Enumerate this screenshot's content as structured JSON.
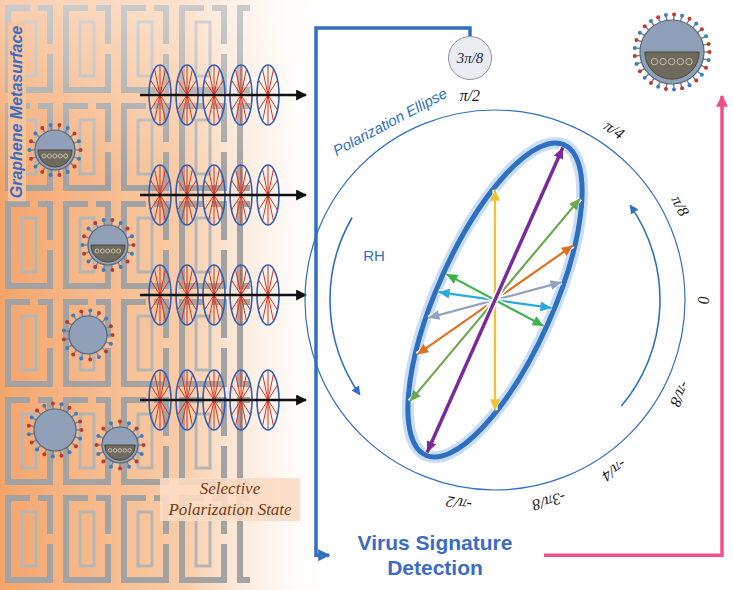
{
  "diagram": {
    "nodes": [
      {
        "text": [
          "Graphene Metasurface",
          "Selective Polarization State"
        ]
      },
      {
        "text": [
          "3π/8"
        ]
      },
      {
        "text": [
          "Virus Signature Detection"
        ]
      }
    ],
    "edges": [
      {
        "from": 1,
        "to": 2,
        "arrow": "to"
      }
    ],
    "labels": [
      "Polarization Ellipse",
      "RH",
      "π/2",
      "π/4",
      "π/8",
      "0",
      "-π/8",
      "-π/4",
      "-3π/8",
      "-π/2"
    ]
  }
}
